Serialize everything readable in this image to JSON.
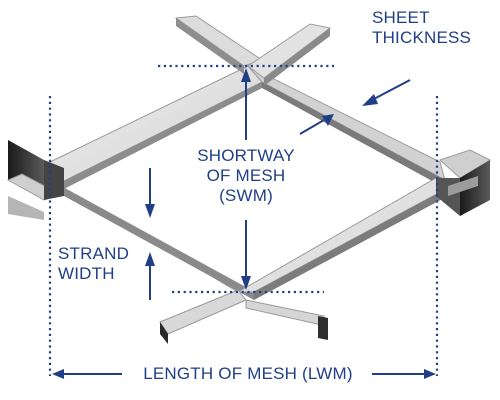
{
  "labels": {
    "sheet_thickness": [
      "SHEET",
      "THICKNESS"
    ],
    "shortway": [
      "SHORTWAY",
      "OF MESH",
      "(SWM)"
    ],
    "strand_width": [
      "STRAND",
      "WIDTH"
    ],
    "length": "LENGTH OF MESH (LWM)"
  },
  "colors": {
    "annotation": "#1f3f86",
    "strand_light": "#e6e6e6",
    "strand_mid": "#b9b9b9",
    "strand_dark": "#3a3a3a"
  }
}
